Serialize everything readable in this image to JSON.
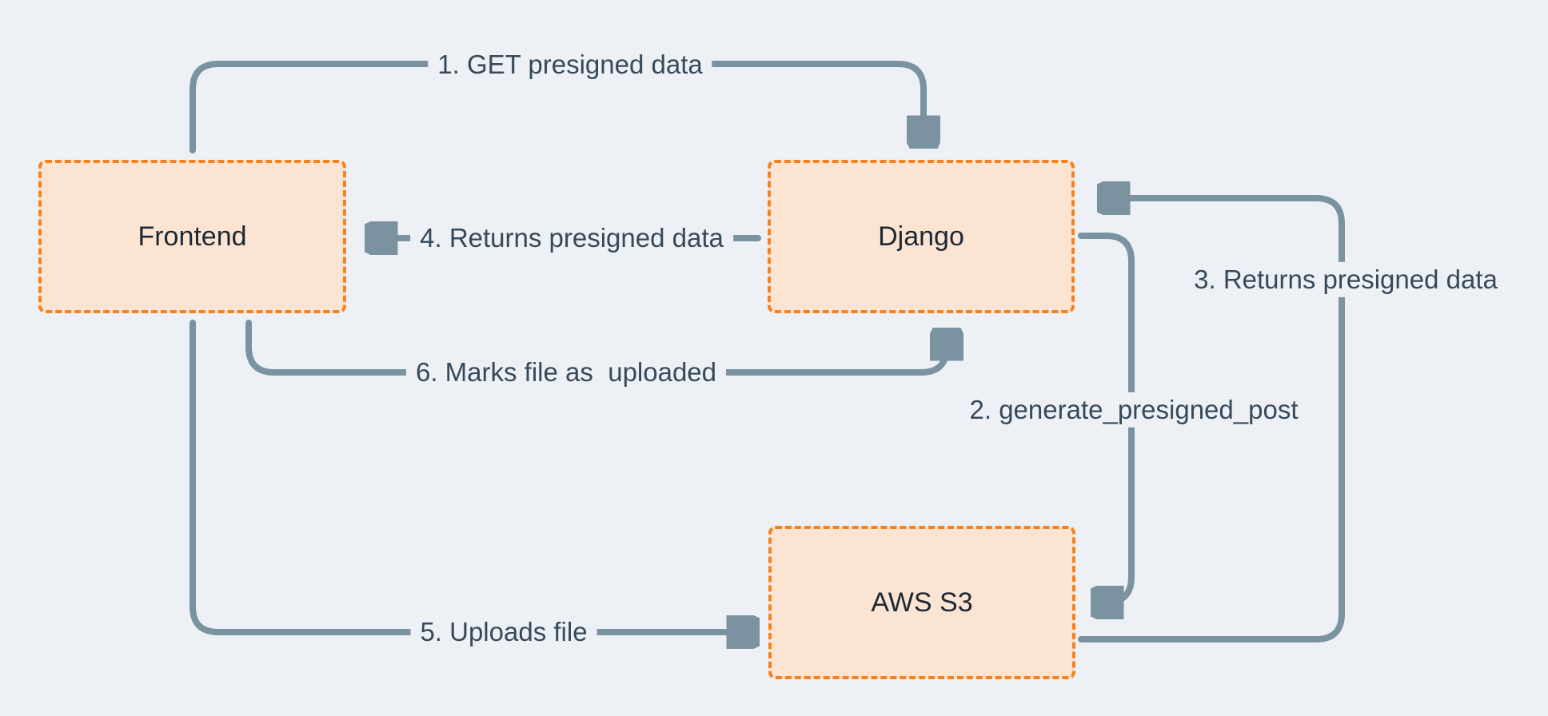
{
  "nodes": [
    {
      "id": "frontend",
      "label": "Frontend"
    },
    {
      "id": "django",
      "label": "Django"
    },
    {
      "id": "aws_s3",
      "label": "AWS S3"
    }
  ],
  "edges": [
    {
      "id": "1",
      "label": "1. GET presigned data",
      "from": "frontend",
      "to": "django"
    },
    {
      "id": "2",
      "label": "2. generate_presigned_post",
      "from": "django",
      "to": "aws_s3"
    },
    {
      "id": "3",
      "label": "3. Returns presigned data",
      "from": "aws_s3",
      "to": "django"
    },
    {
      "id": "4",
      "label": "4. Returns presigned data",
      "from": "django",
      "to": "frontend"
    },
    {
      "id": "5",
      "label": "5. Uploads file",
      "from": "frontend",
      "to": "aws_s3"
    },
    {
      "id": "6",
      "label": "6. Marks file as  uploaded",
      "from": "frontend",
      "to": "django"
    }
  ],
  "colors": {
    "background": "#edf1f5",
    "node_fill": "#fce4d3",
    "node_border": "#f6821d",
    "arrow_color": "#7b93a0",
    "edge_text": "#37495a",
    "node_text": "#1e2833"
  }
}
